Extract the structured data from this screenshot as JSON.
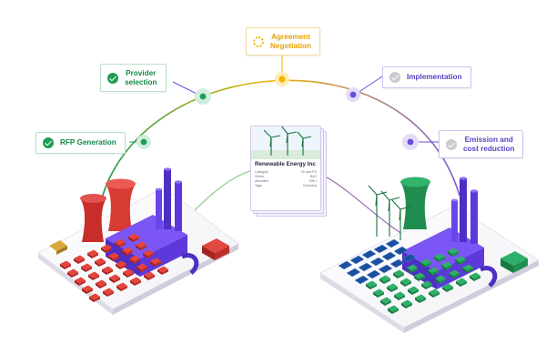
{
  "steps": [
    {
      "id": "rfp",
      "label": "RFP Generation",
      "status": "done"
    },
    {
      "id": "provider",
      "label": "Provider\nselection",
      "status": "done"
    },
    {
      "id": "agreement",
      "label": "Agreement\nNegotiation",
      "status": "in-progress"
    },
    {
      "id": "implementation",
      "label": "Implementation",
      "status": "pending"
    },
    {
      "id": "emission",
      "label": "Emission and\ncost reduction",
      "status": "pending"
    }
  ],
  "card": {
    "title": "Renewable Energy Inc",
    "rows": [
      {
        "key": "Category",
        "value": "On-site PV"
      },
      {
        "key": "Sector",
        "value": "B4H"
      },
      {
        "key": "Allocated",
        "value": "20K t"
      },
      {
        "key": "Tags",
        "value": "Colombia"
      }
    ]
  },
  "icons": {
    "done": "check-circle-icon",
    "in-progress": "spinner-icon",
    "pending": "check-circle-icon"
  },
  "colors": {
    "green": "#1f9d55",
    "gold": "#f1b400",
    "purple": "#6a4fd6",
    "factory": "#6f47f0",
    "red": "#d83a34",
    "panel": "#1d4fa0"
  }
}
